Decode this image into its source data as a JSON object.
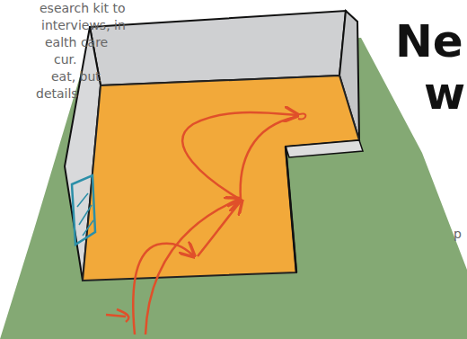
{
  "diagram": {
    "labels": [
      "esearch kit to",
      "interviews, in",
      "ealth care",
      "cur.",
      "eat, but",
      "details",
      "Ne",
      "w",
      "p"
    ]
  }
}
